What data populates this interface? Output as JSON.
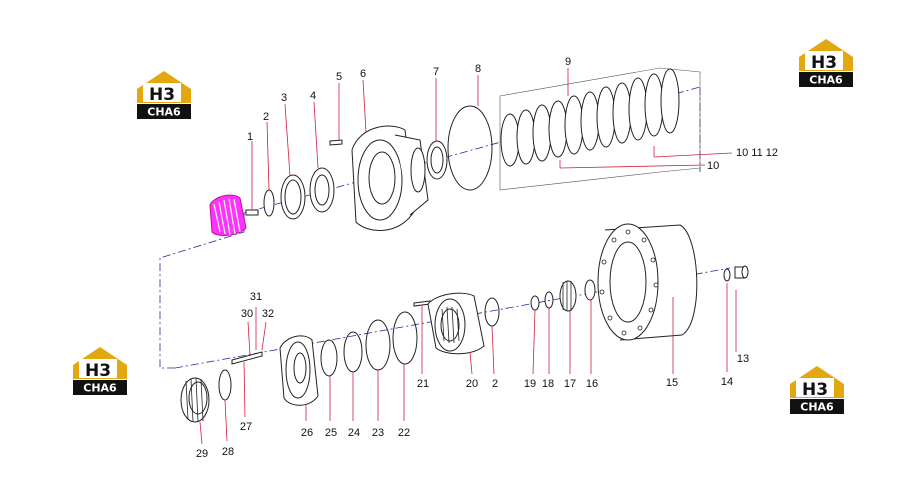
{
  "logo": {
    "mark": "H3",
    "wordmark": "CHA6",
    "colors": {
      "gold": "#e3a80f",
      "black": "#111111",
      "white": "#ffffff"
    }
  },
  "callouts": {
    "c1": "1",
    "c2a": "2",
    "c3": "3",
    "c4": "4",
    "c5": "5",
    "c6": "6",
    "c7": "7",
    "c8": "8",
    "c9": "9",
    "c10_11_12": "10 11 12",
    "c10": "10",
    "c13": "13",
    "c14": "14",
    "c15": "15",
    "c16": "16",
    "c17": "17",
    "c18": "18",
    "c19": "19",
    "c2b": "2",
    "c20": "20",
    "c21": "21",
    "c22": "22",
    "c23": "23",
    "c24": "24",
    "c25": "25",
    "c26": "26",
    "c27": "27",
    "c28": "28",
    "c29": "29",
    "c30": "30",
    "c31": "31",
    "c32": "32"
  },
  "colors": {
    "leader_line": "#d02040",
    "axis_line": "#2a2aa0",
    "highlight_part": "#ff33ff",
    "stroke": "#222222"
  }
}
